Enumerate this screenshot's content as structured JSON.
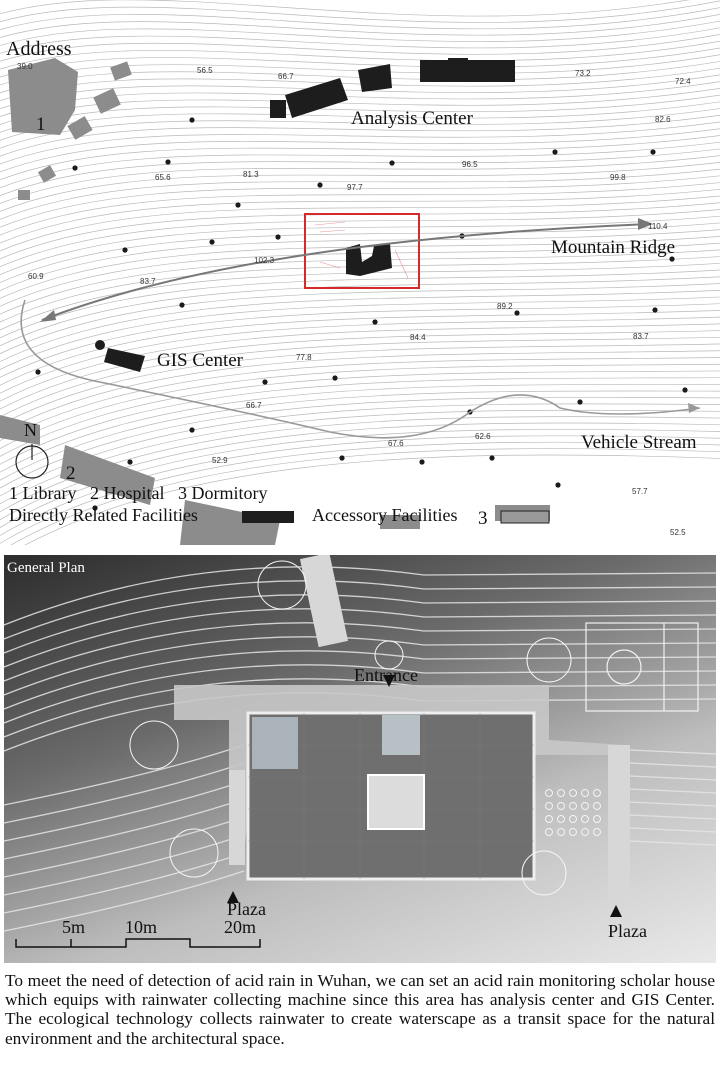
{
  "top_map": {
    "title": "Address",
    "places": {
      "analysis_center": "Analysis Center",
      "mountain_ridge": "Mountain Ridge",
      "gis_center": "GIS Center",
      "vehicle_stream": "Vehicle Stream"
    },
    "markers": [
      "1",
      "2",
      "3"
    ],
    "north": "N",
    "elevations": [
      "39.0",
      "56.5",
      "66.7",
      "73.2",
      "82.6",
      "72.4",
      "65.6",
      "81.3",
      "96.5",
      "99.8",
      "97.7",
      "110.4",
      "60.9",
      "83.7",
      "102.3",
      "89.2",
      "83.7",
      "84.4",
      "77.8",
      "66.7",
      "67.6",
      "62.6",
      "52.9",
      "57.7",
      "52.5"
    ],
    "legend": {
      "numbered": "1 Library   2 Hospital   3 Dormitory",
      "directly_related": "Directly Related Facilities",
      "accessory": "Accessory Facilities",
      "directly_related_color": "#1e1e1e",
      "accessory_color": "#9a9a9a"
    },
    "highlight_color": "#d42a2a"
  },
  "general_plan": {
    "title": "General Plan",
    "entrance": "Entrance",
    "plaza_left": "Plaza",
    "plaza_right": "Plaza",
    "scale": [
      "5m",
      "10m",
      "20m"
    ]
  },
  "description": "To meet the need of detection of acid rain in Wuhan, we can set an acid rain monitoring scholar house which equips with rainwater collecting machine since this area has analysis center and GIS Center. The ecological technology collects rainwater to create waterscape as a transit space for the natural environment and the architectural space."
}
